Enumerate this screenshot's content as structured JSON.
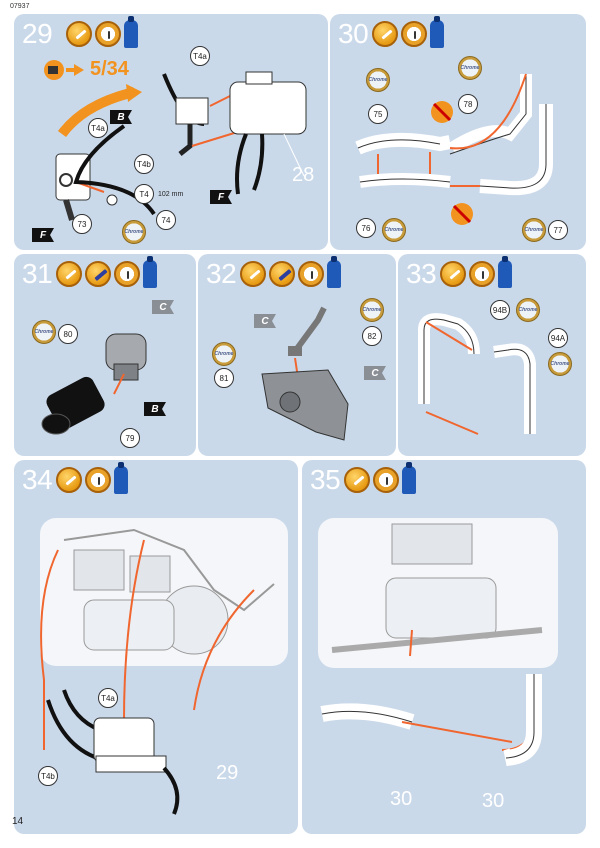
{
  "header": {
    "code": "07937"
  },
  "footer": {
    "page": "14"
  },
  "steps": {
    "s29": {
      "num": "29",
      "ref": "5/34",
      "parts": {
        "t4a_top": "T4a",
        "t4a": "T4a",
        "t4b": "T4b",
        "t4": "T4",
        "len": "102 mm",
        "p73": "73",
        "p74": "74",
        "big28": "28"
      },
      "flags": {
        "b": "B",
        "f1": "F",
        "f2": "F"
      },
      "chrome": "Chrome"
    },
    "s30": {
      "num": "30",
      "parts": {
        "p75": "75",
        "p76": "76",
        "p77": "77",
        "p78": "78"
      },
      "chrome": "Chrome"
    },
    "s31": {
      "num": "31",
      "parts": {
        "p80": "80",
        "p79": "79"
      },
      "flags": {
        "c": "C",
        "b": "B"
      },
      "chrome": "Chrome"
    },
    "s32": {
      "num": "32",
      "parts": {
        "p81": "81",
        "p82": "82"
      },
      "flags": {
        "c1": "C",
        "c2": "C"
      },
      "chrome": "Chrome"
    },
    "s33": {
      "num": "33",
      "parts": {
        "p94b": "94B",
        "p94a": "94A"
      },
      "chrome": "Chrome"
    },
    "s34": {
      "num": "34",
      "parts": {
        "t4a": "T4a",
        "t4b": "T4b",
        "big29": "29"
      }
    },
    "s35": {
      "num": "35",
      "parts": {
        "big30a": "30",
        "big30b": "30"
      }
    }
  },
  "colors": {
    "panel": "#cad9ea",
    "arrow": "#f0662e",
    "orange": "#f2921f"
  }
}
